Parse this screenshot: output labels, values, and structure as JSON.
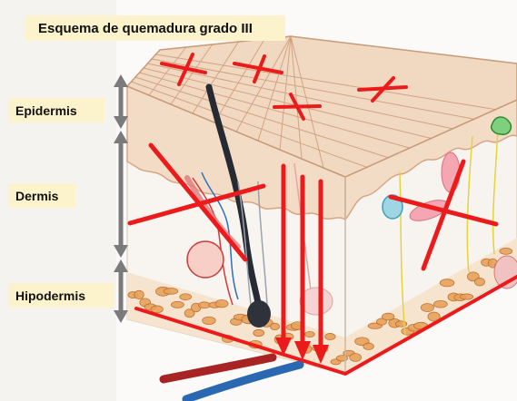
{
  "title": "Esquema de quemadura grado III",
  "labels": {
    "epidermis": "Epidermis",
    "dermis": "Dermis",
    "hipodermis": "Hipodermis"
  },
  "colors": {
    "burn_marks": "#ec1b1b",
    "layer_arrows": "#7b7b7b",
    "label_background": "#fcf3cc",
    "skin_surface": "#f1d8c0",
    "fat_cells": "#e8a25a"
  }
}
